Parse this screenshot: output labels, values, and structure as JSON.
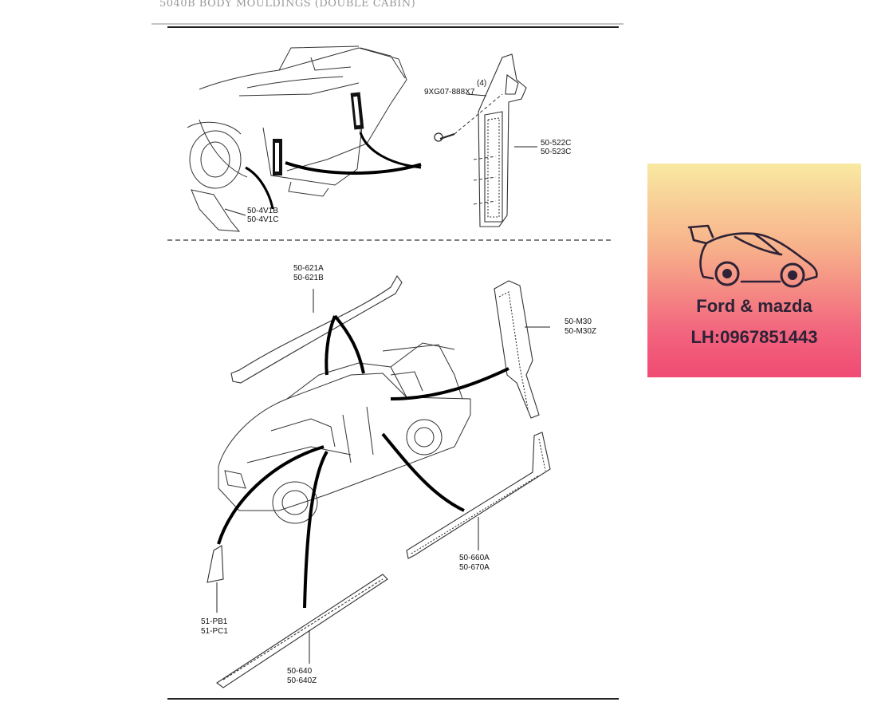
{
  "diagram": {
    "header_title": "5040B BODY MOULDINGS (DOUBLE CABIN)",
    "parts": {
      "screw_qty": "(4)",
      "screw": "9XG07-888X7",
      "rear_garnish_a": "50-522C",
      "rear_garnish_b": "50-523C",
      "mudflap_a": "50-4V1B",
      "mudflap_b": "50-4V1C",
      "roof_a": "50-621A",
      "roof_b": "50-621B",
      "pillar_a": "50-M30",
      "pillar_b": "50-M30Z",
      "sill_a": "50-660A",
      "sill_b": "50-670A",
      "mirror_a": "51-PB1",
      "mirror_b": "51-PC1",
      "belt_a": "50-640",
      "belt_b": "50-640Z"
    }
  },
  "ad": {
    "line1": "Ford & mazda",
    "line2": "LH:0967851443",
    "logo_icon": "sports-car-icon"
  },
  "colors": {
    "ink": "#111111",
    "ad_top": "#f9e9a2",
    "ad_bottom": "#f04a73",
    "ad_text": "#2d2236"
  }
}
